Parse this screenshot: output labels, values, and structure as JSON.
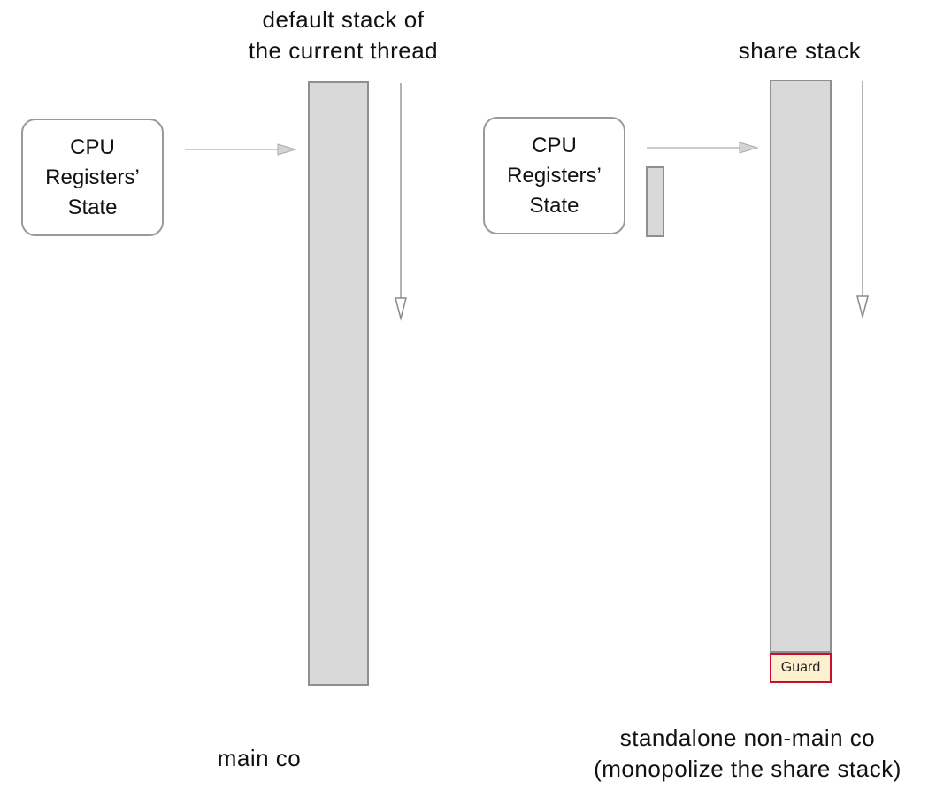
{
  "main_co": {
    "stack_title": [
      "default stack of",
      "the current thread"
    ],
    "registers": [
      "CPU",
      "Registers’",
      "State"
    ],
    "caption": "main co"
  },
  "non_main_co": {
    "stack_title": [
      "share stack"
    ],
    "registers": [
      "CPU",
      "Registers’",
      "State"
    ],
    "guard_label": "Guard",
    "caption": [
      "standalone non-main co",
      "(monopolize the share stack)"
    ]
  },
  "colors": {
    "stack_fill": "#d9d9d9",
    "stack_border": "#8f8f8f",
    "arrow": "#a9a9a9",
    "guard_fill": "#fdf0cf",
    "guard_border": "#c8102e"
  }
}
